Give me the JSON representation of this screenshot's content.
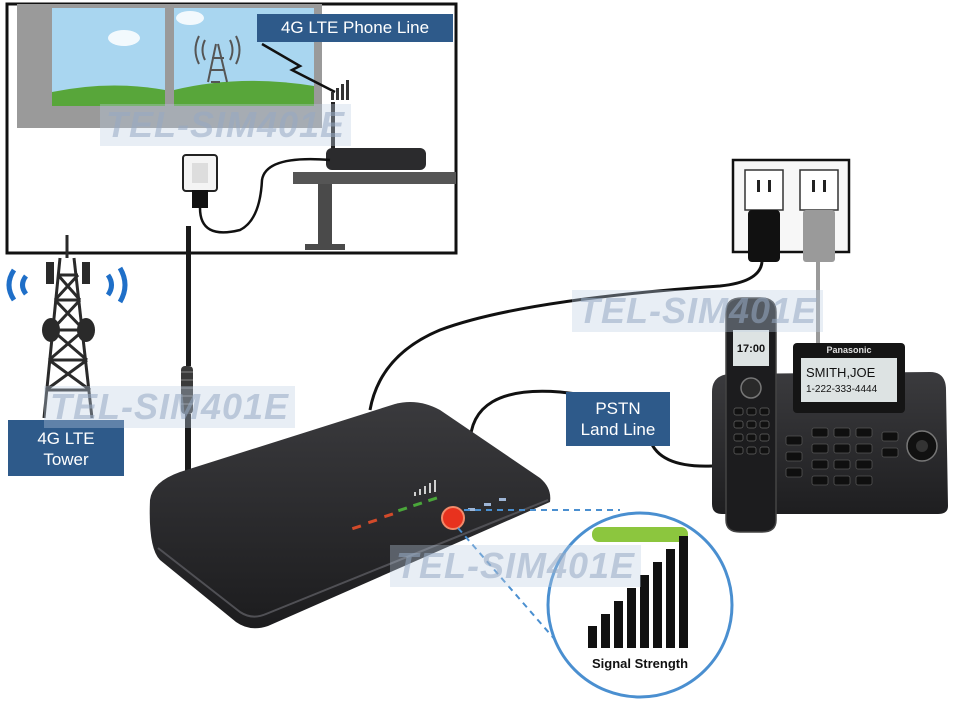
{
  "labels": {
    "phone_line": "4G LTE Phone Line",
    "tower_line1": "4G LTE",
    "tower_line2": "Tower",
    "pstn_line1": "PSTN",
    "pstn_line2": "Land Line",
    "signal_strength": "Signal Strength"
  },
  "watermark": "TEL-SIM401E",
  "phone": {
    "brand": "Panasonic",
    "handset_time": "17:00",
    "caller_name": "SMITH,JOE",
    "caller_number": "1-222-333-4444"
  },
  "colors": {
    "label_bg": "#2e5a8a",
    "device_body": "#2b2b2d",
    "signal_led": "#e8321e",
    "signal_green": "#8cc63e",
    "wave_blue": "#1f6fc8",
    "sky": "#a9d6f0",
    "grass": "#58a63a"
  }
}
